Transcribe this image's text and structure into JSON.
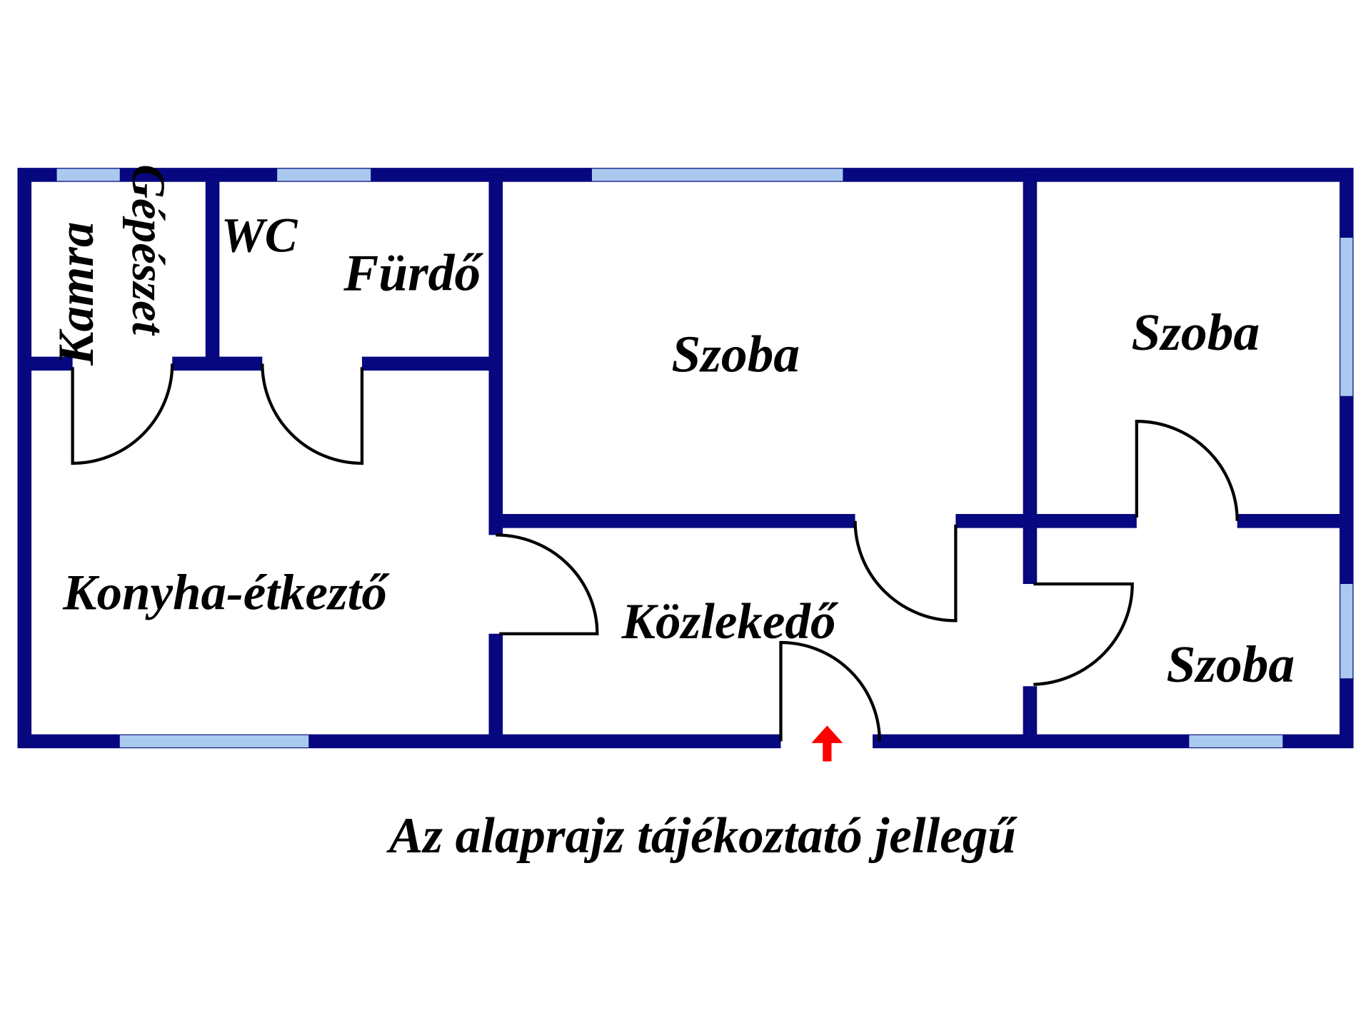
{
  "plan": {
    "rooms": {
      "kamra": "Kamra",
      "gepeszet": "Gépészet",
      "wc": "WC",
      "furdo": "Fürdő",
      "szoba_middle": "Szoba",
      "szoba_top_right": "Szoba",
      "konyha": "Konyha-étkeztő",
      "kozlekedo": "Közlekedő",
      "szoba_bottom_right": "Szoba"
    },
    "caption": "Az alaprajz tájékoztató jellegű",
    "colors": {
      "wall": "#07077f",
      "window": "#a9c9ee",
      "entrance_arrow": "#ff0000"
    }
  }
}
